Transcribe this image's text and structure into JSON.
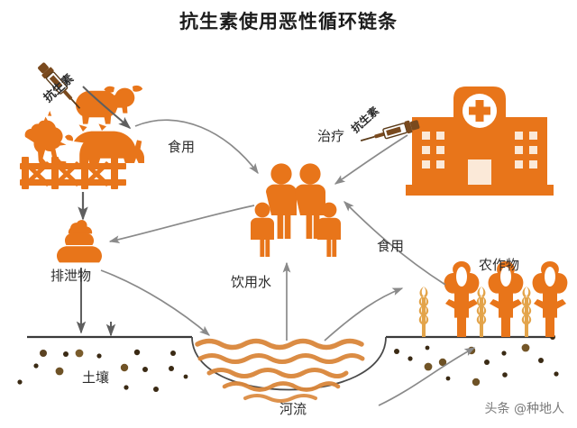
{
  "header": {
    "title": "抗生素使用恶性循环链条"
  },
  "colors": {
    "orange": "#E8751A",
    "orange_light": "#F08A2E",
    "wheat": "#E3A44A",
    "soil_dot_dark": "#4A3520",
    "soil_dot_light": "#9A7438",
    "arrow": "#8A8A8A",
    "text": "#2b2b2b",
    "title": "#1c1c1c",
    "watermark": "#7a7a7a",
    "background": "#FFFFFF"
  },
  "nodes": {
    "livestock": {
      "label": "",
      "icons": [
        "chicken-icon",
        "pig-icon",
        "sheep-icon",
        "fence-icon"
      ]
    },
    "syringe_farm": {
      "label": "抗生素",
      "icon": "syringe-icon"
    },
    "hospital": {
      "label": "",
      "icon": "hospital-icon"
    },
    "syringe_hospital": {
      "label": "抗生素",
      "icon": "syringe-icon"
    },
    "treatment": {
      "label": "治疗"
    },
    "family": {
      "label": "",
      "icon": "family-icon"
    },
    "excrement": {
      "label": "排泄物",
      "icon": "excrement-icon"
    },
    "crops": {
      "label": "农作物",
      "icon": "crops-icon"
    },
    "soil": {
      "label": "土壤",
      "icon": "soil-icon"
    },
    "river": {
      "label": "河流",
      "icon": "river-icon"
    },
    "drinking_water": {
      "label": "饮用水"
    },
    "eat_livestock": {
      "label": "食用"
    },
    "eat_crops": {
      "label": "食用"
    }
  },
  "flows": [
    {
      "from": "syringe_farm",
      "to": "livestock",
      "label": ""
    },
    {
      "from": "livestock",
      "to": "family",
      "label": "食用"
    },
    {
      "from": "livestock",
      "to": "excrement",
      "label": ""
    },
    {
      "from": "family",
      "to": "excrement",
      "label": ""
    },
    {
      "from": "excrement",
      "to": "soil",
      "label": ""
    },
    {
      "from": "excrement",
      "to": "river",
      "label": ""
    },
    {
      "from": "river",
      "to": "family",
      "label": "饮用水"
    },
    {
      "from": "river",
      "to": "crops",
      "label": ""
    },
    {
      "from": "crops",
      "to": "family",
      "label": "食用"
    },
    {
      "from": "hospital",
      "to": "family",
      "label": "治疗"
    },
    {
      "from": "soil",
      "to": "crops",
      "label": ""
    }
  ],
  "footer": {
    "watermark": "头条 @种地人"
  }
}
